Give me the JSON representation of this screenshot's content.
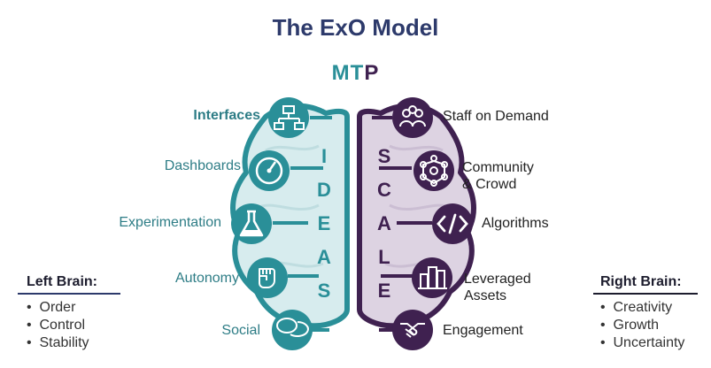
{
  "title": "The ExO Model",
  "mtp": {
    "m": "M",
    "t": "T",
    "p": "P"
  },
  "colors": {
    "teal": "#2a8f98",
    "purple": "#3f2150",
    "navy": "#2d3a6b",
    "teal_light": "#d7ecee",
    "purple_light": "#ddd3e2"
  },
  "ideas": {
    "letters": [
      "I",
      "D",
      "E",
      "A",
      "S"
    ],
    "items": [
      {
        "label": "Interfaces",
        "icon": "flowchart-icon"
      },
      {
        "label": "Dashboards",
        "icon": "gauge-icon"
      },
      {
        "label": "Experimentation",
        "icon": "flask-icon"
      },
      {
        "label": "Autonomy",
        "icon": "fist-icon"
      },
      {
        "label": "Social",
        "icon": "chat-bubbles-icon"
      }
    ]
  },
  "scale": {
    "letters": [
      "S",
      "C",
      "A",
      "L",
      "E"
    ],
    "items": [
      {
        "label": "Staff on Demand",
        "icon": "people-icon"
      },
      {
        "label": "Community\n& Crowd",
        "icon": "network-icon"
      },
      {
        "label": "Algorithms",
        "icon": "code-icon"
      },
      {
        "label": "Leveraged\nAssets",
        "icon": "buildings-icon"
      },
      {
        "label": "Engagement",
        "icon": "handshake-icon"
      }
    ]
  },
  "left_brain": {
    "title": "Left Brain:",
    "items": [
      "Order",
      "Control",
      "Stability"
    ]
  },
  "right_brain": {
    "title": "Right Brain:",
    "items": [
      "Creativity",
      "Growth",
      "Uncertainty"
    ]
  }
}
